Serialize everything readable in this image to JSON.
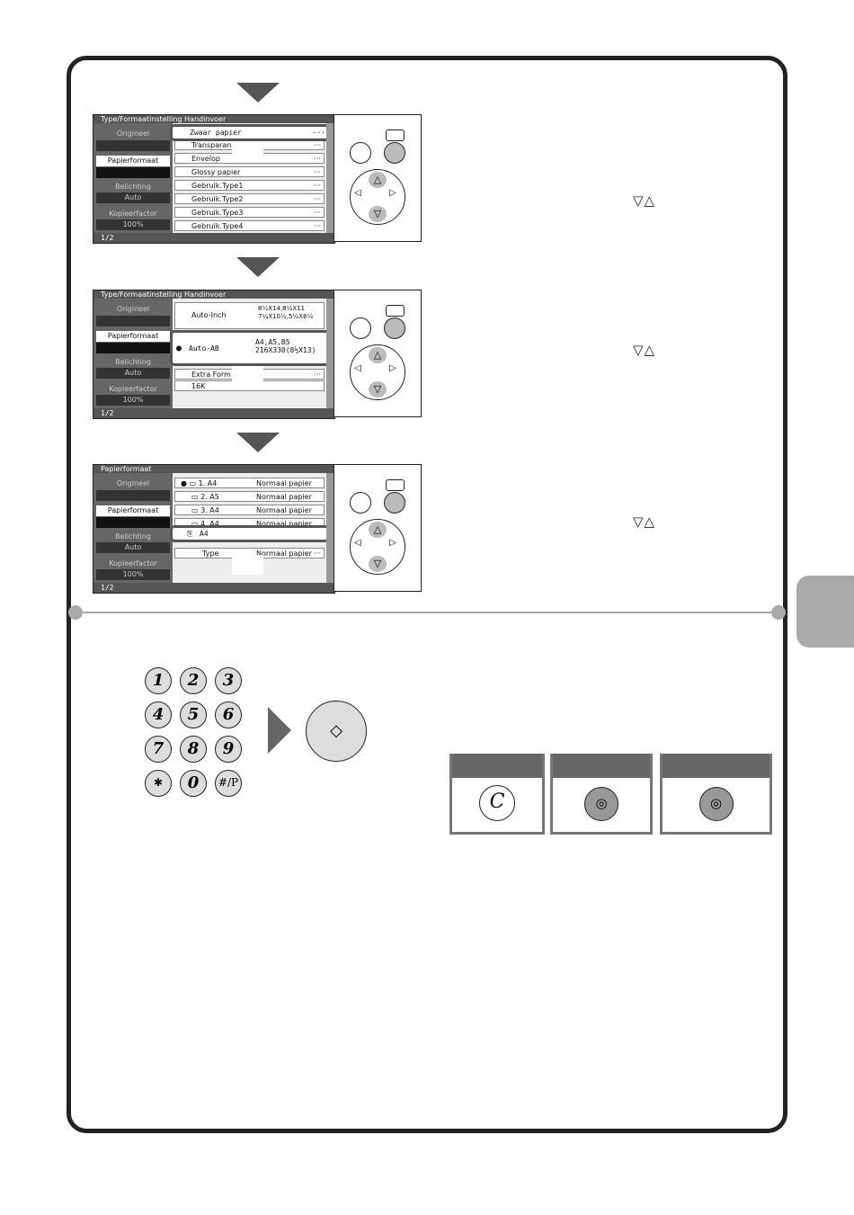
{
  "screens": [
    {
      "title": "Type/Formaatinstelling Handinvoer",
      "side": {
        "origineel": "Origineel",
        "papierformaat": "Papierformaat",
        "belichting": "Belichting",
        "belichting_val": "Auto",
        "kopieerfactor": "Kopieerfactor",
        "kopieerfactor_val": "100%"
      },
      "rows": [
        "Zwaar papier",
        "Transparant",
        "Envelop",
        "Glossy papier",
        "Gebruik.Type1",
        "Gebruik.Type2",
        "Gebruik.Type3",
        "Gebruik.Type4"
      ],
      "dots": "···",
      "page": "1/2"
    },
    {
      "title": "Type/Formaatinstelling Handinvoer",
      "side": {
        "origineel": "Origineel",
        "papierformaat": "Papierformaat",
        "belichting": "Belichting",
        "belichting_val": "Auto",
        "kopieerfactor": "Kopieerfactor",
        "kopieerfactor_val": "100%"
      },
      "row1": {
        "label": "Auto-Inch",
        "line1": "8½X14,8½X11",
        "line2": "7¼X10½,5½X8½"
      },
      "row2": {
        "label": "Auto-AB",
        "line1": "A4,A5,B5",
        "line2": "216X330(8½X13)"
      },
      "row3": "Extra Form",
      "row4": "16K",
      "dots": "···",
      "page": "1/2"
    },
    {
      "title": "Papierformaat",
      "side": {
        "origineel": "Origineel",
        "papierformaat": "Papierformaat",
        "belichting": "Belichting",
        "belichting_val": "Auto",
        "kopieerfactor": "Kopieerfactor",
        "kopieerfactor_val": "100%"
      },
      "rows": [
        {
          "size": "1. A4",
          "type": "Normaal papier"
        },
        {
          "size": "2. A5",
          "type": "Normaal papier"
        },
        {
          "size": "3. A4",
          "type": "Normaal papier"
        },
        {
          "size": "4. A4",
          "type": "Normaal papier"
        }
      ],
      "selected": "A4",
      "last_label": "Type",
      "last_type": "Normaal papier",
      "dots": "···",
      "page": "1/2"
    }
  ],
  "arrow_buttons": "▽△",
  "keypad": [
    "1",
    "2",
    "3",
    "4",
    "5",
    "6",
    "7",
    "8",
    "9",
    "✱",
    "0",
    "#/P"
  ],
  "start_symbol": "◇",
  "panels": {
    "clear": "C",
    "stop": "◎"
  }
}
